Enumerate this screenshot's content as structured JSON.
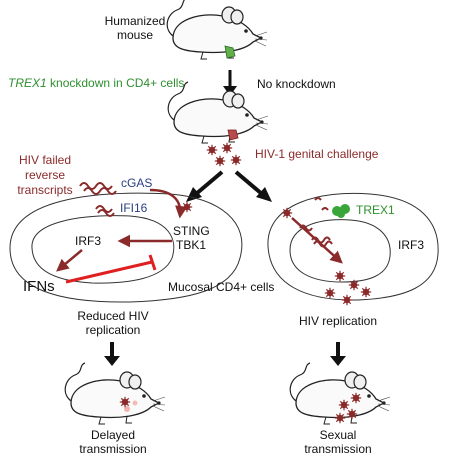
{
  "top": {
    "mouse_label_line1": "Humanized",
    "mouse_label_line2": "mouse",
    "knockdown_gene": "TREX1",
    "knockdown_rest": " knockdown in CD4+ cells",
    "no_knockdown": "No knockdown",
    "challenge": "HIV-1 genital challenge"
  },
  "left_cell": {
    "failed_line1": "HIV failed",
    "failed_line2": "reverse",
    "failed_line3": "transcripts",
    "cgas": "cGAS",
    "ifi16": "IFI16",
    "sting": "STING",
    "tbk1": "TBK1",
    "irf3": "IRF3",
    "ifns": "IFNs",
    "mucosal": "Mucosal CD4+ cells",
    "outcome_line1": "Reduced HIV",
    "outcome_line2": "replication",
    "final_line1": "Delayed",
    "final_line2": "transmission"
  },
  "right_cell": {
    "trex1": "TREX1",
    "irf3": "IRF3",
    "outcome": "HIV replication",
    "final_line1": "Sexual",
    "final_line2": "transmission"
  },
  "colors": {
    "virus": "#8b2a2a",
    "trex1": "#3aa63a",
    "inhibit": "#e02020",
    "arrow": "#111111"
  }
}
